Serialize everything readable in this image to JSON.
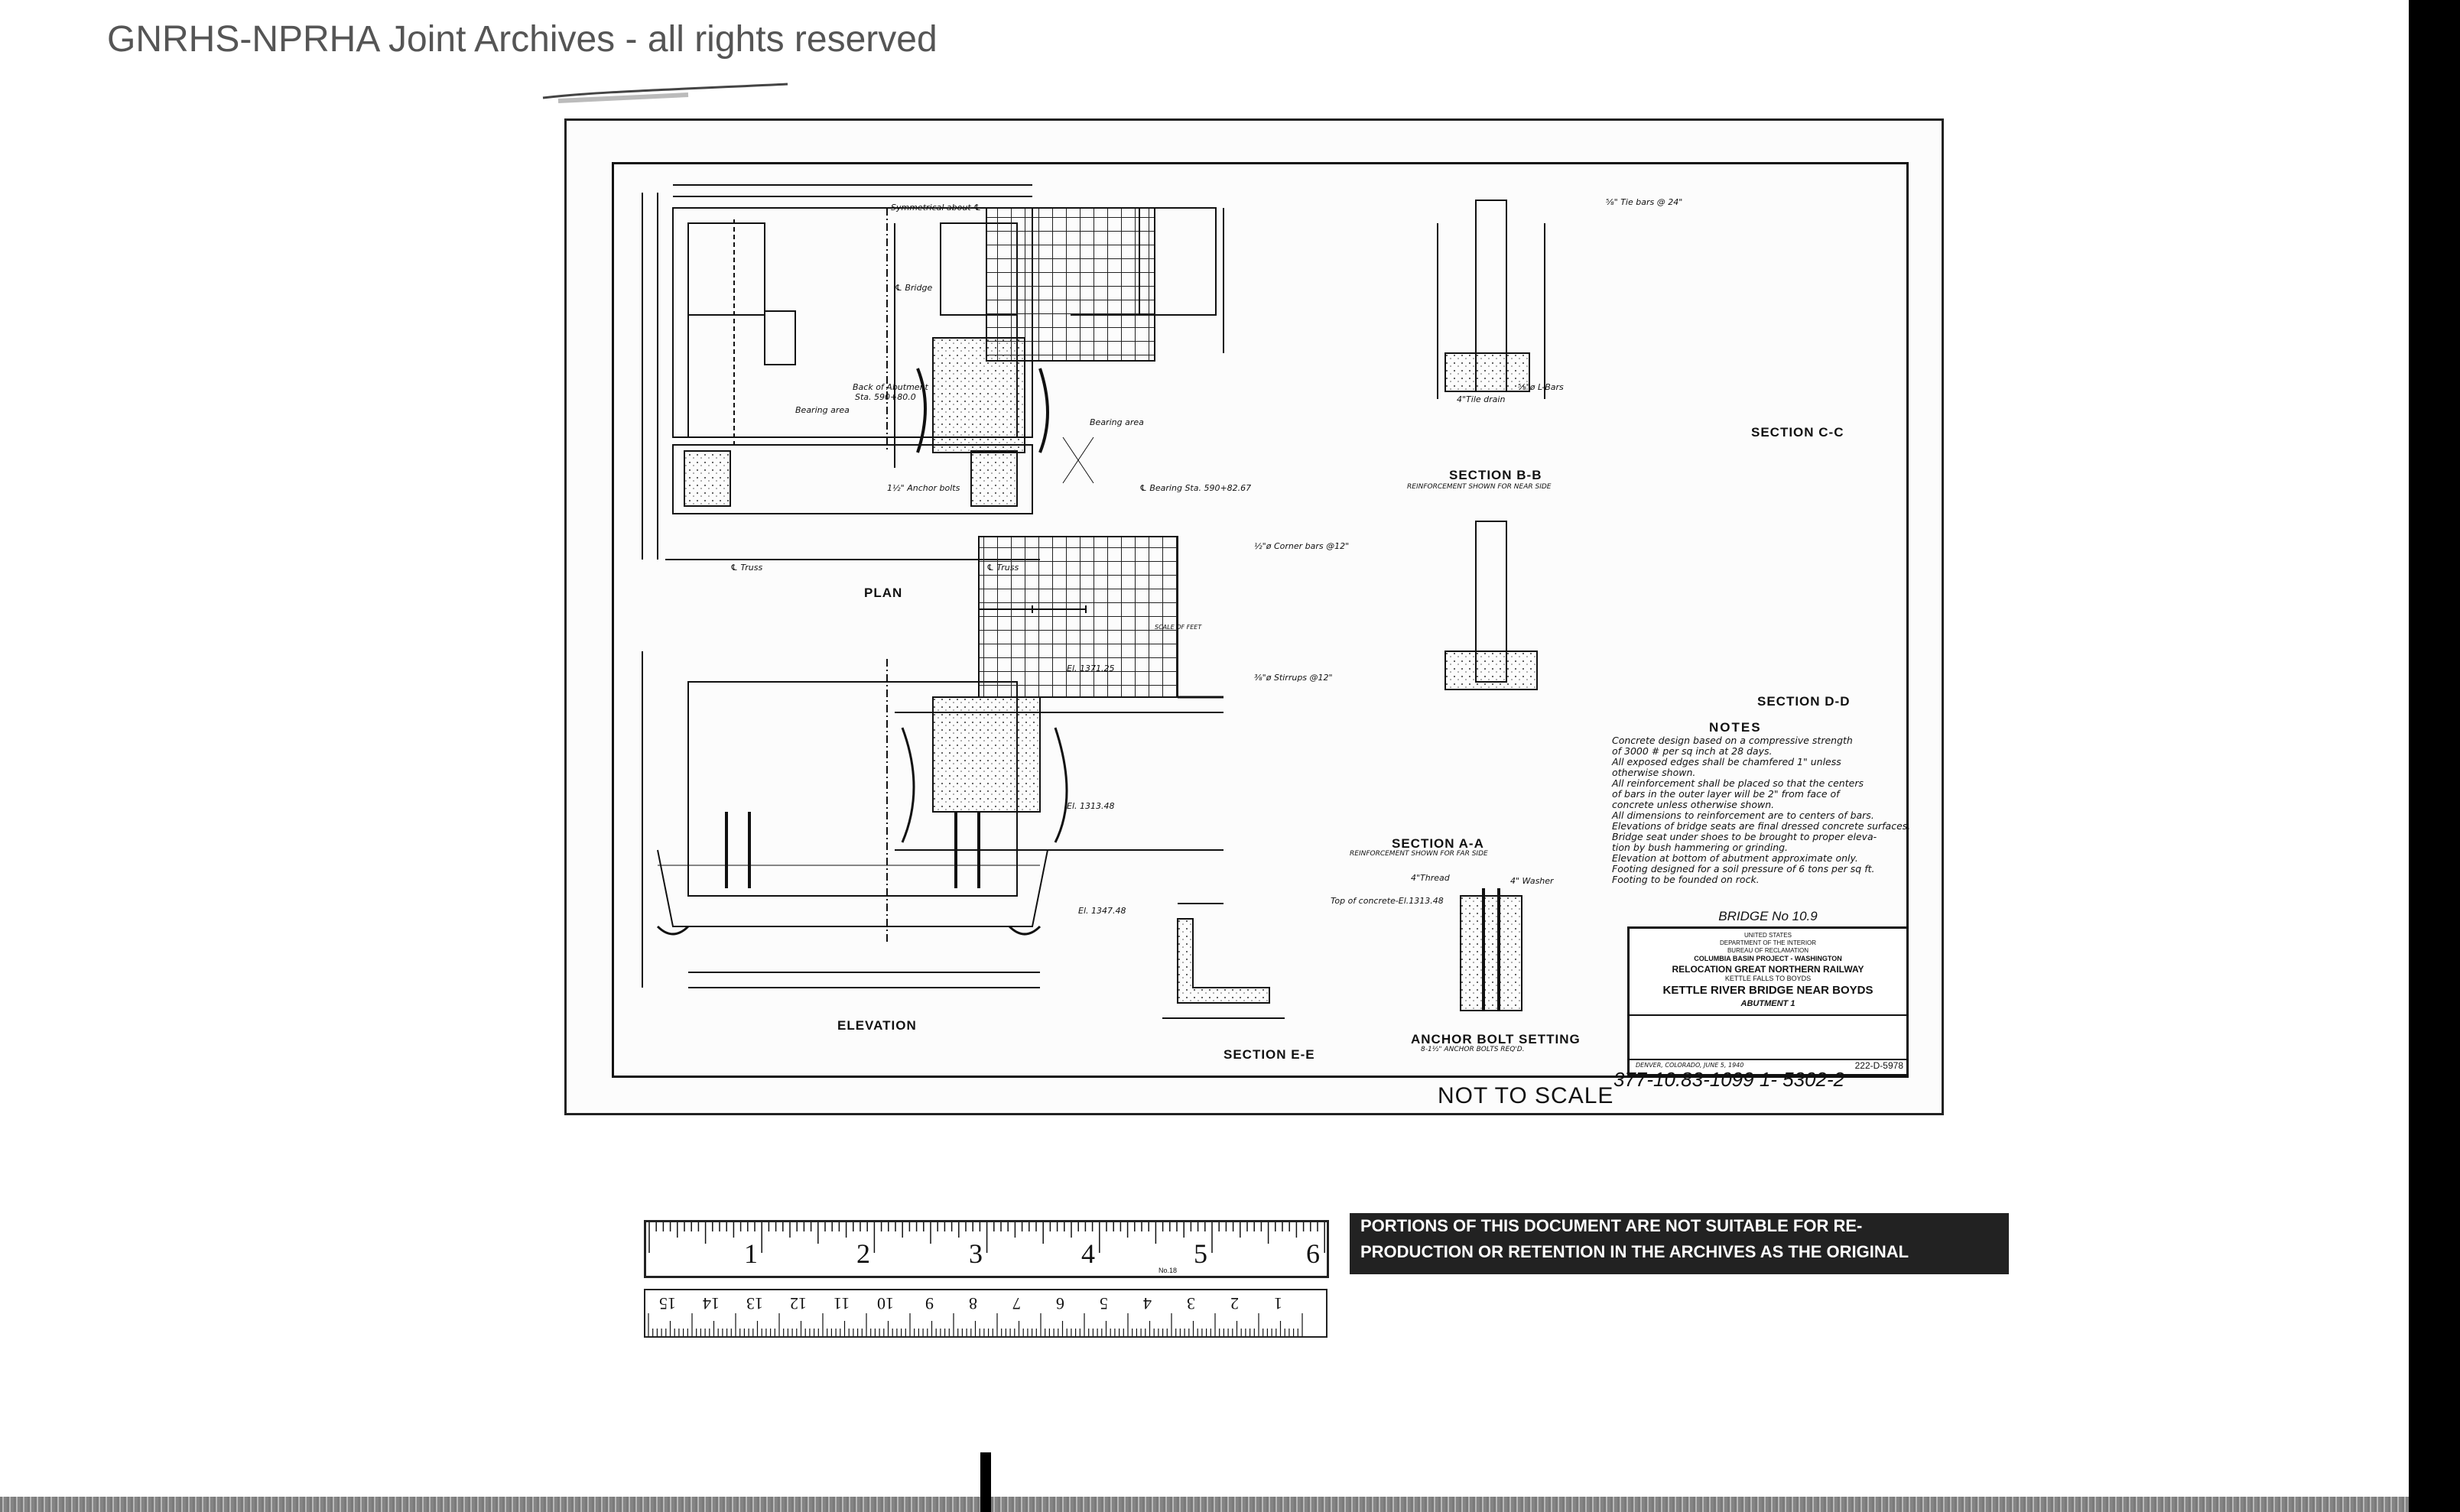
{
  "watermark": "GNRHS-NPRHA Joint Archives - all rights reserved",
  "views": {
    "plan": "PLAN",
    "elevation": "ELEVATION",
    "section_bb": "SECTION B-B",
    "section_bb_sub": "REINFORCEMENT SHOWN FOR NEAR SIDE",
    "section_aa": "SECTION A-A",
    "section_aa_sub": "REINFORCEMENT SHOWN FOR FAR SIDE",
    "section_cc": "SECTION C-C",
    "section_dd": "SECTION D-D",
    "section_ee": "SECTION E-E",
    "anchor": "ANCHOR BOLT SETTING",
    "anchor_sub": "8-1½\" ANCHOR BOLTS REQ'D.",
    "scale_caption": "SCALE OF FEET"
  },
  "notes": {
    "title": "NOTES",
    "body": "Concrete design based on a compressive strength\n  of 3000 # per sq inch at 28 days.\nAll exposed edges shall be chamfered 1\" unless\n  otherwise shown.\nAll reinforcement shall be placed so that the centers\n  of bars in the outer layer will be 2\" from face of\n  concrete unless otherwise shown.\nAll dimensions to reinforcement are to centers of bars.\nElevations of bridge seats are final dressed concrete surfaces.\nBridge seat under shoes to be brought to proper eleva-\n  tion by bush hammering or grinding.\nElevation at bottom of abutment approximate only.\nFooting designed for a soil pressure of 6 tons per sq ft.\nFooting to be founded on rock."
  },
  "title_block": {
    "bridge_no": "BRIDGE No 10.9",
    "agency1": "UNITED STATES",
    "agency2": "DEPARTMENT OF THE INTERIOR",
    "agency3": "BUREAU OF RECLAMATION",
    "project": "COLUMBIA BASIN PROJECT - WASHINGTON",
    "relocation": "RELOCATION GREAT NORTHERN RAILWAY",
    "route": "KETTLE FALLS TO BOYDS",
    "title": "KETTLE RIVER BRIDGE NEAR BOYDS",
    "subtitle": "ABUTMENT 1",
    "drawing_code": "222-D-5978",
    "location": "DENVER, COLORADO, JUNE 5, 1940"
  },
  "drawing_no": "377-10.83-1099 1- 5302-2",
  "not_to_scale": "NOT TO SCALE",
  "ruler": {
    "top_numbers": [
      "1",
      "2",
      "3",
      "4",
      "5",
      "6"
    ],
    "bottom_numbers": [
      "1",
      "2",
      "3",
      "4",
      "5",
      "6",
      "7",
      "8",
      "9",
      "10",
      "11",
      "12",
      "13",
      "14",
      "15"
    ],
    "brand": "No.18"
  },
  "warning": {
    "line1": "PORTIONS OF THIS DOCUMENT ARE NOT SUITABLE FOR RE-",
    "line2": "PRODUCTION OR RETENTION IN THE ARCHIVES AS THE ORIGINAL"
  },
  "labels": {
    "symmetrical": "Symmetrical about ℄",
    "bridge_cl": "℄ Bridge",
    "tile_drain": "4\"Tile drain",
    "back_abutment": "Back of Abutment",
    "back_abutment_sta": "Sta. 590+80.0",
    "bearing_area": "Bearing area",
    "anchor_bolts": "1½\" Anchor bolts",
    "truss": "℄ Truss",
    "bearing_sta": "℄ Bearing Sta. 590+82.67",
    "el_top": "El. 1371.25",
    "el_mid": "El. 1313.48",
    "el_low": "El. 1347.48",
    "tie_bars": "⅝\" Tie bars @ 24\"",
    "corner_bars": "½\"ø Corner bars @12\"",
    "stirrups": "⅜\"ø Stirrups @12\"",
    "l_bars": "⅝\"ø L-Bars",
    "thread": "4\"Thread",
    "washer": "4\" Washer",
    "top_concrete": "Top of concrete-El.1313.48"
  }
}
